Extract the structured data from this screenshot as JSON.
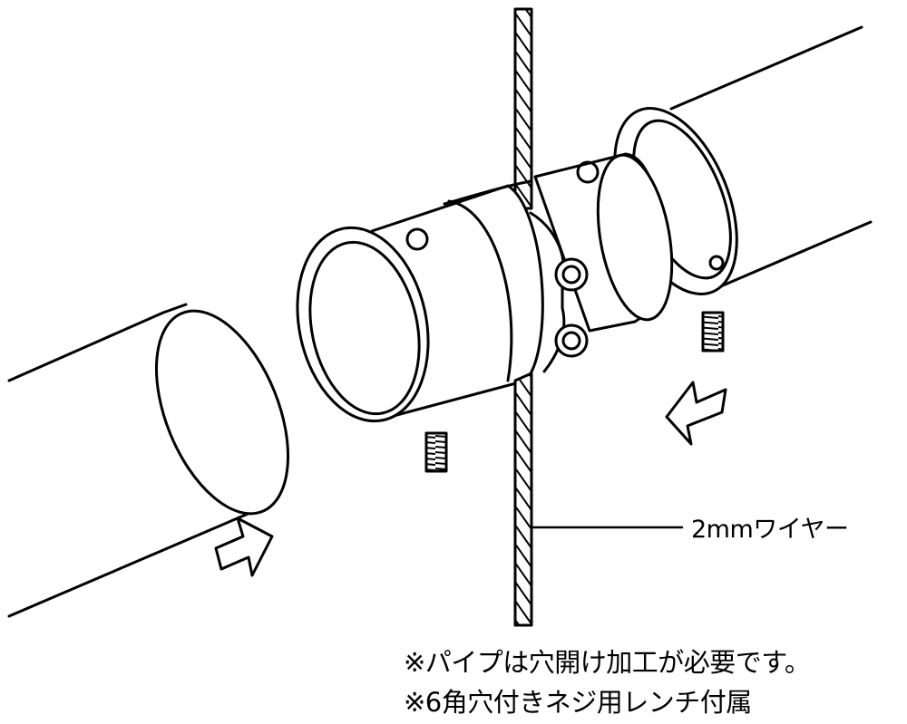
{
  "labels": {
    "wire": "2mmワイヤー"
  },
  "notes": [
    "※パイプは穴開け加工が必要です。",
    "※6角穴付きネジ用レンチ付属"
  ]
}
